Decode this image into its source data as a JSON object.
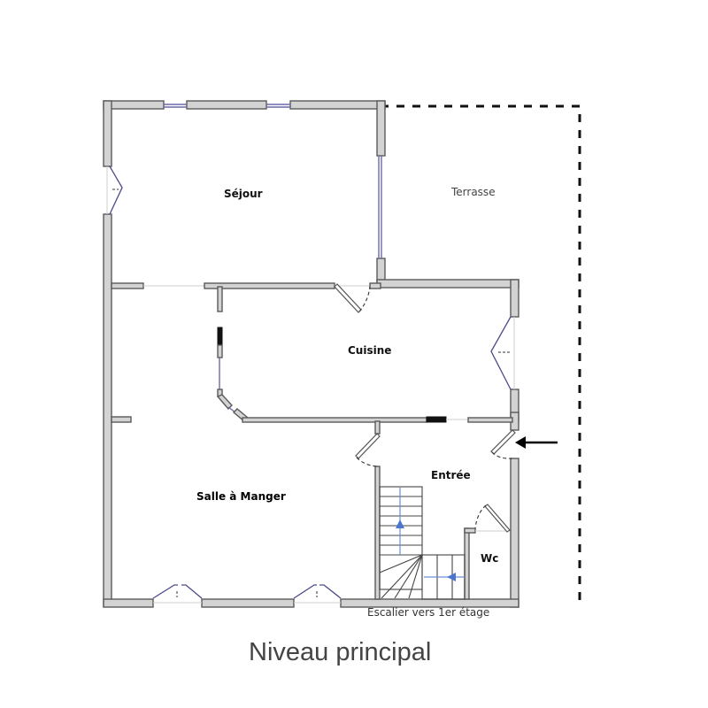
{
  "plan": {
    "title": "Niveau principal",
    "rooms": {
      "sejour": "Séjour",
      "terrasse": "Terrasse",
      "cuisine": "Cuisine",
      "salle_a_manger": "Salle à Manger",
      "entree": "Entrée",
      "wc": "Wc"
    },
    "stair_caption": "Escalier vers 1er étage",
    "entry_arrow": "arrow-left-icon"
  },
  "colors": {
    "wall_fill": "#d3d3d3",
    "wall_stroke": "#5a5a5a",
    "glass": "#6a6aa8",
    "stair_arrow": "#4a76cf",
    "title_text": "#444444"
  }
}
